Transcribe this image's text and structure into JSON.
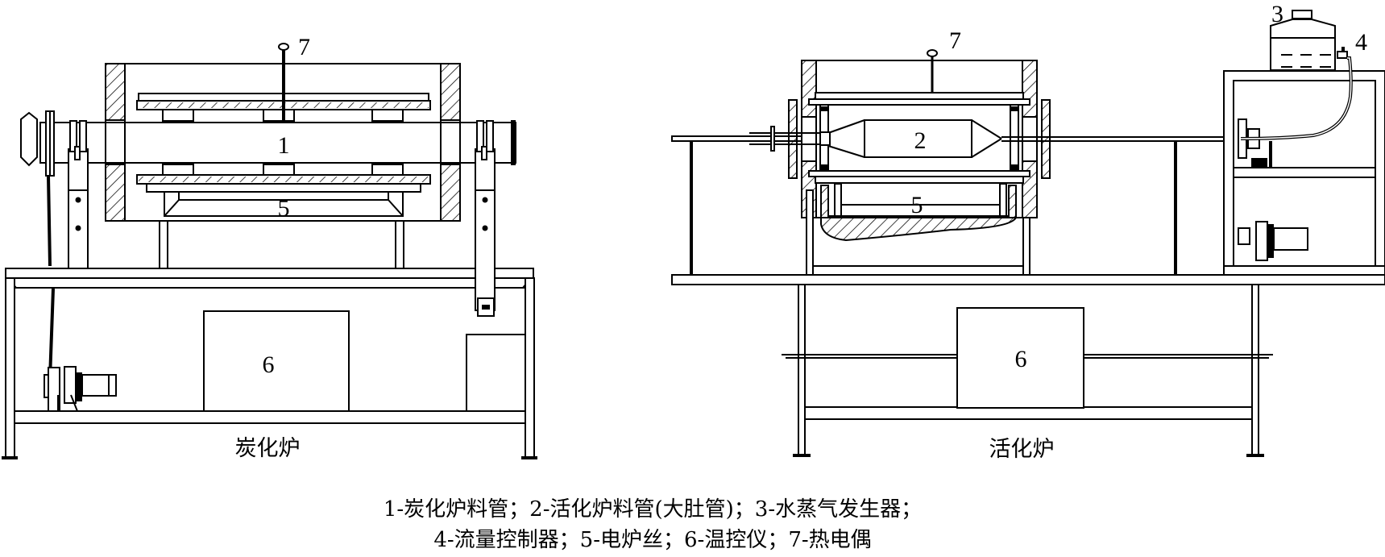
{
  "figure": {
    "carbonization_furnace": {
      "caption": "炭化炉",
      "labels": {
        "tube": "1",
        "heater": "5",
        "controller": "6",
        "thermocouple": "7"
      }
    },
    "activation_furnace": {
      "caption": "活化炉",
      "labels": {
        "tube": "2",
        "heater": "5",
        "controller": "6",
        "thermocouple": "7",
        "steam_generator": "3",
        "flow_controller": "4"
      }
    },
    "legend": {
      "line1": "1-炭化炉料管；2-活化炉料管(大肚管)；3-水蒸气发生器；",
      "line2": "4-流量控制器；5-电炉丝；6-温控仪；7-热电偶"
    }
  }
}
